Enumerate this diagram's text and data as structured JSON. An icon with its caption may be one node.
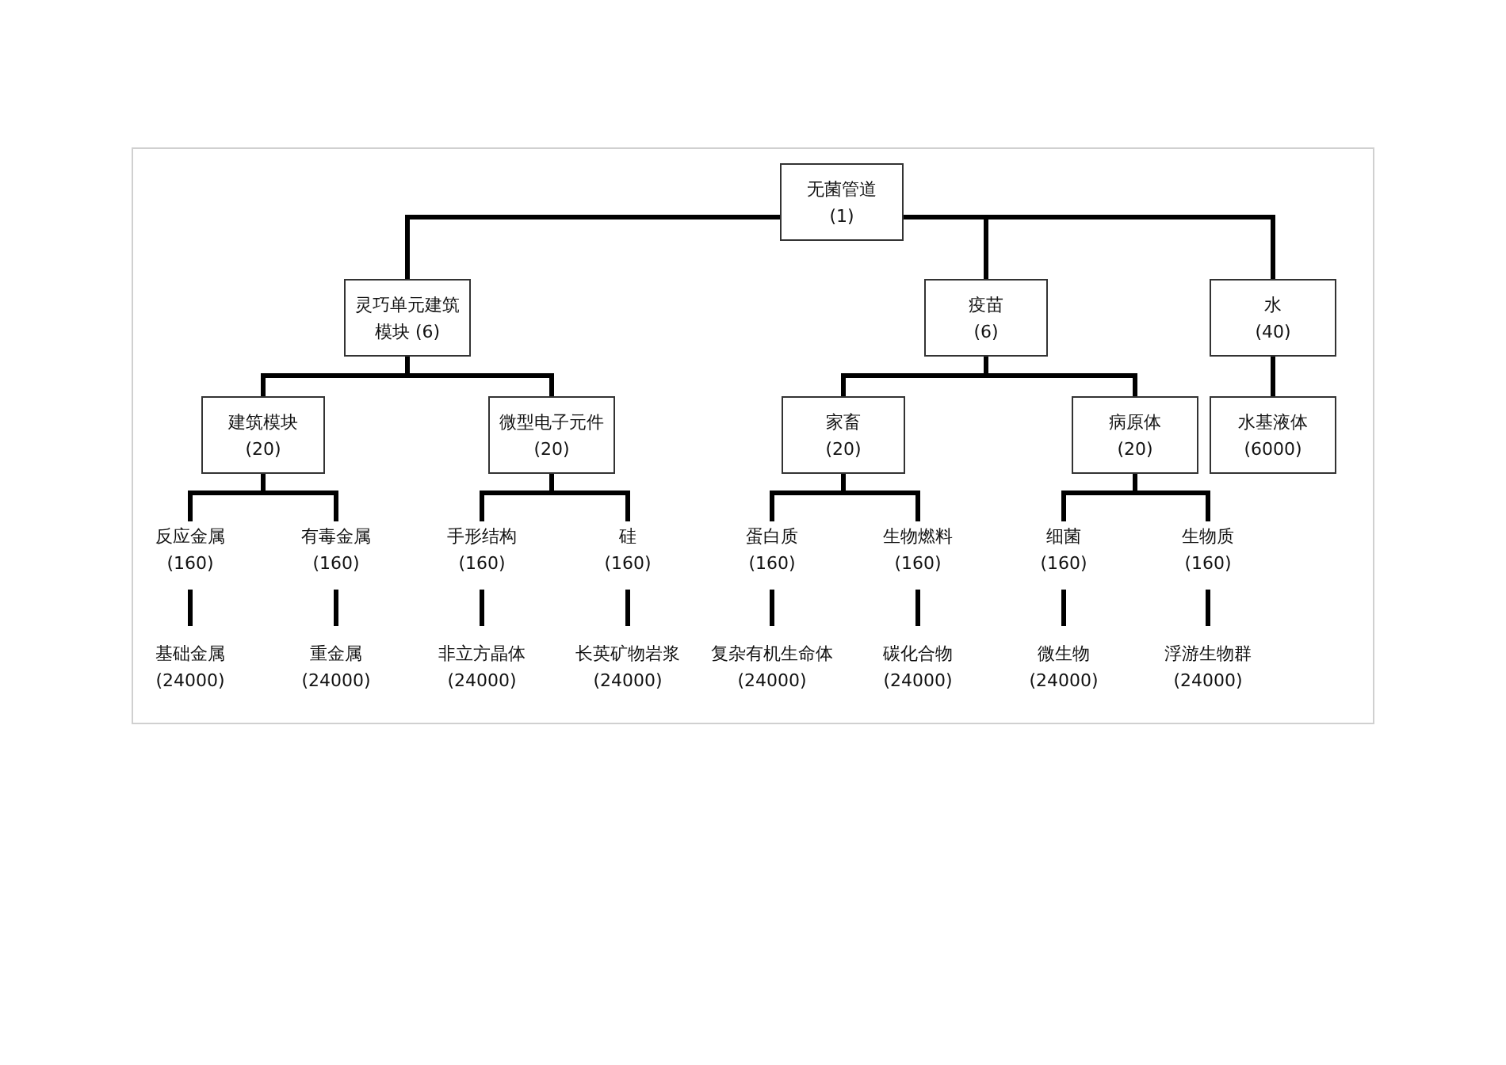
{
  "diagram": {
    "nodes": [
      {
        "text": [
          "无菌管道",
          "(1)"
        ]
      },
      {
        "text": [
          "灵巧单元建筑",
          "模块 (6)"
        ]
      },
      {
        "text": [
          "疫苗",
          "(6)"
        ]
      },
      {
        "text": [
          "水",
          "(40)"
        ]
      },
      {
        "text": [
          "建筑模块",
          "(20)"
        ]
      },
      {
        "text": [
          "微型电子元件",
          "(20)"
        ]
      },
      {
        "text": [
          "家畜",
          "(20)"
        ]
      },
      {
        "text": [
          "病原体",
          "(20)"
        ]
      },
      {
        "text": [
          "水基液体",
          "(6000)"
        ]
      },
      {
        "text": [
          "反应金属",
          "(160)"
        ]
      },
      {
        "text": [
          "有毒金属",
          "(160)"
        ]
      },
      {
        "text": [
          "手形结构",
          "(160)"
        ]
      },
      {
        "text": [
          "硅",
          "(160)"
        ]
      },
      {
        "text": [
          "蛋白质",
          "(160)"
        ]
      },
      {
        "text": [
          "生物燃料",
          "(160)"
        ]
      },
      {
        "text": [
          "细菌",
          "(160)"
        ]
      },
      {
        "text": [
          "生物质",
          "(160)"
        ]
      },
      {
        "text": [
          "基础金属",
          "(24000)"
        ]
      },
      {
        "text": [
          "重金属",
          "(24000)"
        ]
      },
      {
        "text": [
          "非立方晶体",
          "(24000)"
        ]
      },
      {
        "text": [
          "长英矿物岩浆",
          "(24000)"
        ]
      },
      {
        "text": [
          "复杂有机生命体",
          "(24000)"
        ]
      },
      {
        "text": [
          "碳化合物",
          "(24000)"
        ]
      },
      {
        "text": [
          "微生物",
          "(24000)"
        ]
      },
      {
        "text": [
          "浮游生物群",
          "(24000)"
        ]
      }
    ],
    "edges": [
      {
        "from": 0,
        "to": 1,
        "arrow": "none"
      },
      {
        "from": 0,
        "to": 2,
        "arrow": "none"
      },
      {
        "from": 0,
        "to": 3,
        "arrow": "none"
      },
      {
        "from": 1,
        "to": 4,
        "arrow": "none"
      },
      {
        "from": 1,
        "to": 5,
        "arrow": "none"
      },
      {
        "from": 2,
        "to": 6,
        "arrow": "none"
      },
      {
        "from": 2,
        "to": 7,
        "arrow": "none"
      },
      {
        "from": 3,
        "to": 8,
        "arrow": "none"
      },
      {
        "from": 4,
        "to": 9,
        "arrow": "none"
      },
      {
        "from": 4,
        "to": 10,
        "arrow": "none"
      },
      {
        "from": 5,
        "to": 11,
        "arrow": "none"
      },
      {
        "from": 5,
        "to": 12,
        "arrow": "none"
      },
      {
        "from": 6,
        "to": 13,
        "arrow": "none"
      },
      {
        "from": 6,
        "to": 14,
        "arrow": "none"
      },
      {
        "from": 7,
        "to": 15,
        "arrow": "none"
      },
      {
        "from": 7,
        "to": 16,
        "arrow": "none"
      },
      {
        "from": 9,
        "to": 17,
        "arrow": "none"
      },
      {
        "from": 10,
        "to": 18,
        "arrow": "none"
      },
      {
        "from": 11,
        "to": 19,
        "arrow": "none"
      },
      {
        "from": 12,
        "to": 20,
        "arrow": "none"
      },
      {
        "from": 13,
        "to": 21,
        "arrow": "none"
      },
      {
        "from": 14,
        "to": 22,
        "arrow": "none"
      },
      {
        "from": 15,
        "to": 23,
        "arrow": "none"
      },
      {
        "from": 16,
        "to": 24,
        "arrow": "none"
      }
    ]
  }
}
